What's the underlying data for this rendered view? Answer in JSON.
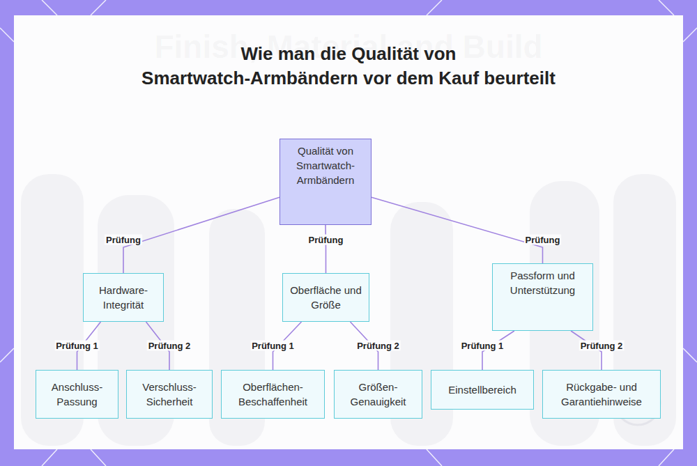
{
  "diagram": {
    "title": "Wie man die Qualität von Smartwatch-Armbändern vor dem Kauf beurteilt",
    "nodes": [
      {
        "text": [
          "Qualität von Smartwatch-Armbändern"
        ]
      },
      {
        "text": [
          "Hardware-Integrität"
        ]
      },
      {
        "text": [
          "Oberfläche und Größe"
        ]
      },
      {
        "text": [
          "Passform und Unterstützung"
        ]
      },
      {
        "text": [
          "Anschluss-Passung"
        ]
      },
      {
        "text": [
          "Verschluss-Sicherheit"
        ]
      },
      {
        "text": [
          "Oberflächen-Beschaffenheit"
        ]
      },
      {
        "text": [
          "Größen-Genauigkeit"
        ]
      },
      {
        "text": [
          "Einstellbereich"
        ]
      },
      {
        "text": [
          "Rückgabe- und Garantiehinweise"
        ]
      }
    ],
    "edges": [
      {
        "from": 0,
        "to": 1,
        "arrow": "none",
        "label": "Prüfung"
      },
      {
        "from": 0,
        "to": 2,
        "arrow": "none",
        "label": "Prüfung"
      },
      {
        "from": 0,
        "to": 3,
        "arrow": "none",
        "label": "Prüfung"
      },
      {
        "from": 1,
        "to": 4,
        "arrow": "none",
        "label": "Prüfung 1"
      },
      {
        "from": 1,
        "to": 5,
        "arrow": "none",
        "label": "Prüfung 2"
      },
      {
        "from": 2,
        "to": 6,
        "arrow": "none",
        "label": "Prüfung 1"
      },
      {
        "from": 2,
        "to": 7,
        "arrow": "none",
        "label": "Prüfung 2"
      },
      {
        "from": 3,
        "to": 8,
        "arrow": "none",
        "label": "Prüfung 1"
      },
      {
        "from": 3,
        "to": 9,
        "arrow": "none",
        "label": "Prüfung 2"
      }
    ],
    "labels": [
      "Finish, Material and Build"
    ]
  }
}
